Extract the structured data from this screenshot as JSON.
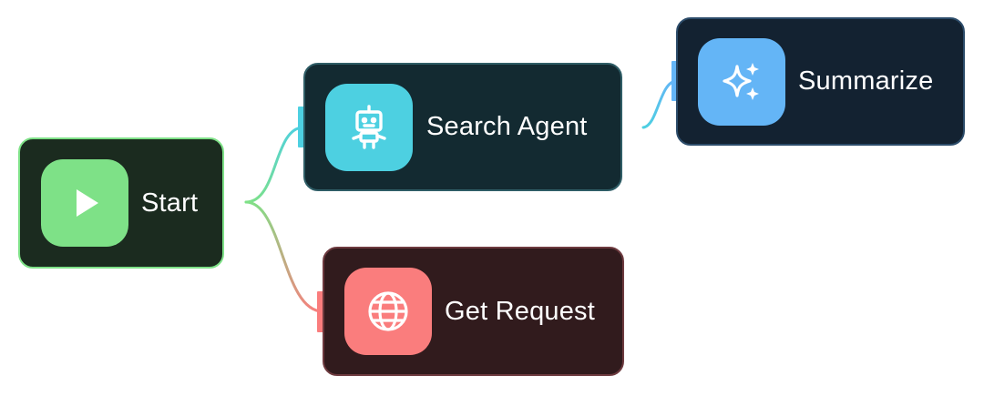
{
  "nodes": {
    "start": {
      "label": "Start",
      "color": "#7ee187",
      "icon": "play-icon"
    },
    "search_agent": {
      "label": "Search Agent",
      "color": "#4dd0e1",
      "icon": "robot-icon"
    },
    "summarize": {
      "label": "Summarize",
      "color": "#64b5f6",
      "icon": "sparkles-icon"
    },
    "get_request": {
      "label": "Get Request",
      "color": "#fa7d7d",
      "icon": "globe-icon"
    }
  },
  "edges": [
    {
      "from": "start",
      "to": "search_agent"
    },
    {
      "from": "start",
      "to": "get_request"
    },
    {
      "from": "search_agent",
      "to": "summarize"
    }
  ]
}
